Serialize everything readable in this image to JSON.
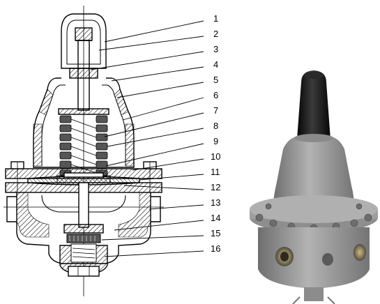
{
  "callouts": [
    "1",
    "2",
    "3",
    "4",
    "5",
    "6",
    "7",
    "8",
    "9",
    "10",
    "11",
    "12",
    "13",
    "14",
    "15",
    "16"
  ],
  "colors": {
    "line": "#000000",
    "hatch": "#000000",
    "spring_fill": "#555555",
    "photo_body": "#9a9a9a",
    "photo_cap": "#111111"
  }
}
